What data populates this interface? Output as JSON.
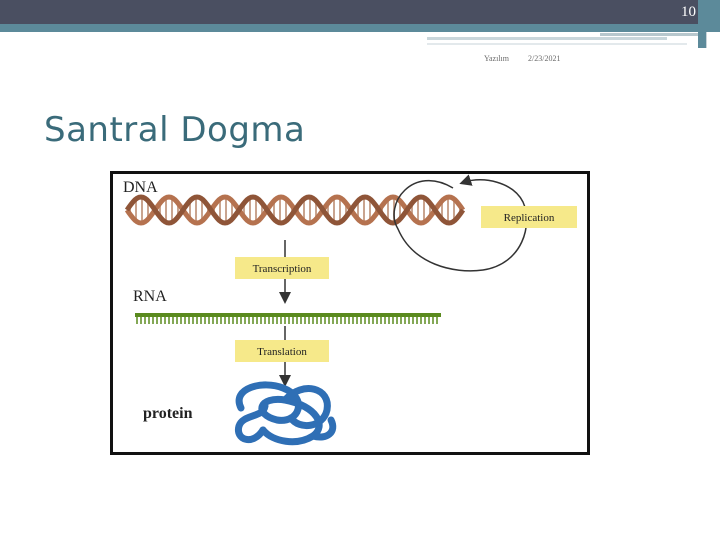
{
  "header": {
    "slide_number": "10"
  },
  "footer": {
    "author": "Yazılım",
    "date": "2/23/2021"
  },
  "slide": {
    "title": "Santral Dogma"
  },
  "figure": {
    "labels": {
      "dna": "DNA",
      "rna": "RNA",
      "protein": "protein",
      "replication": "Replication",
      "transcription": "Transcription",
      "translation": "Translation"
    },
    "colors": {
      "label_box": "#f6e98a",
      "dna_strand": "#b5724f",
      "rna_strand": "#5a8a1e",
      "protein": "#2f6fb5"
    }
  }
}
